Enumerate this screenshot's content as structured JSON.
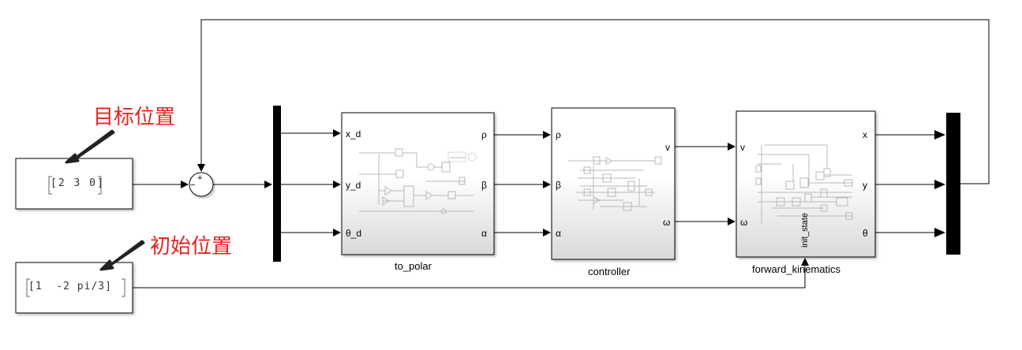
{
  "annotations": {
    "target_position": "目标位置",
    "initial_position": "初始位置"
  },
  "constants": {
    "target": {
      "value": "[2 3 0]"
    },
    "initial": {
      "value": "[1  -2 pi/3]"
    }
  },
  "sum_block": {
    "signs": [
      "+",
      "−"
    ]
  },
  "to_polar": {
    "name": "to_polar",
    "inputs": [
      "x_d",
      "y_d",
      "θ_d"
    ],
    "outputs": [
      "ρ",
      "β",
      "α"
    ]
  },
  "controller": {
    "name": "controller",
    "inputs": [
      "ρ",
      "β",
      "α"
    ],
    "outputs": [
      "v",
      "ω"
    ]
  },
  "forward_kinematics": {
    "name": "forward_kinematics",
    "inputs": [
      "v",
      "ω"
    ],
    "outputs": [
      "x",
      "y",
      "θ"
    ],
    "bottom_input": "init_state"
  },
  "colors": {
    "annotation": "#e8231f",
    "line": "#000000",
    "bus": "#000000"
  }
}
